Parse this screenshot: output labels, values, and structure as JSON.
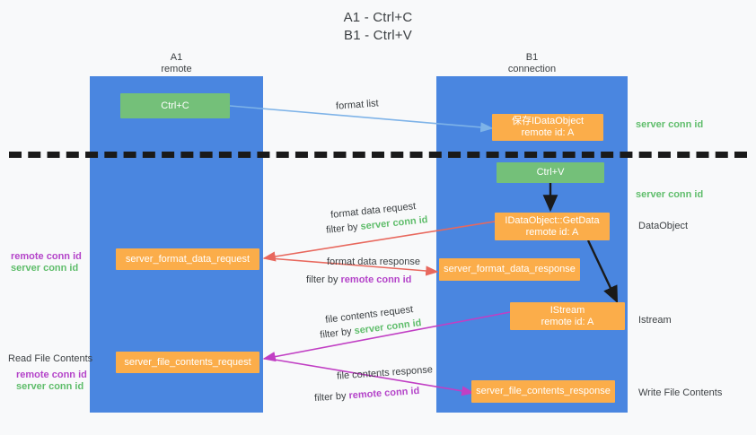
{
  "title": {
    "line1": "A1 - Ctrl+C",
    "line2": "B1 - Ctrl+V"
  },
  "lanes": [
    {
      "name": "A1",
      "sub": "remote"
    },
    {
      "name": "B1",
      "sub": "connection"
    }
  ],
  "boxes": {
    "ctrl_c": {
      "line1": "Ctrl+C"
    },
    "save_idataobject": {
      "line1": "保存IDataObject",
      "line2": "remote id: A"
    },
    "ctrl_v": {
      "line1": "Ctrl+V"
    },
    "getdata": {
      "line1": "IDataObject::GetData",
      "line2": "remote id: A"
    },
    "istream": {
      "line1": "IStream",
      "line2": "remote id: A"
    },
    "format_data_request": {
      "line1": "server_format_data_request"
    },
    "format_data_response": {
      "line1": "server_format_data_response"
    },
    "file_contents_request": {
      "line1": "server_file_contents_request"
    },
    "file_contents_response": {
      "line1": "server_file_contents_response"
    }
  },
  "edge_labels": {
    "format_list": "format list",
    "format_data_request": "format data request",
    "format_data_response": "format data response",
    "file_contents_request": "file contents request",
    "file_contents_response": "file contents response",
    "filter_by": "filter by ",
    "server_conn_id": "server conn id",
    "remote_conn_id": "remote conn id"
  },
  "right_labels": {
    "server_conn_id_top": "server conn id",
    "server_conn_id_mid": "server conn id",
    "data_object": "DataObject",
    "istream": "Istream",
    "write_file_contents": "Write File Contents"
  },
  "left_labels": {
    "remote_conn_id_1": "remote conn id",
    "server_conn_id_1": "server conn id",
    "read_file_contents": "Read File Contents",
    "remote_conn_id_2": "remote conn id",
    "server_conn_id_2": "server conn id"
  },
  "colors": {
    "lane": "#4a86e0",
    "orange": "#fbad4a",
    "green_box": "#74c079",
    "green_text": "#5fbd6b",
    "purple_text": "#b444c9",
    "arrow_blue": "#7eb3e8",
    "arrow_red": "#e8685d",
    "arrow_magenta": "#c13fc4",
    "arrow_black": "#1a1a1a",
    "background": "#f8f9fa"
  }
}
